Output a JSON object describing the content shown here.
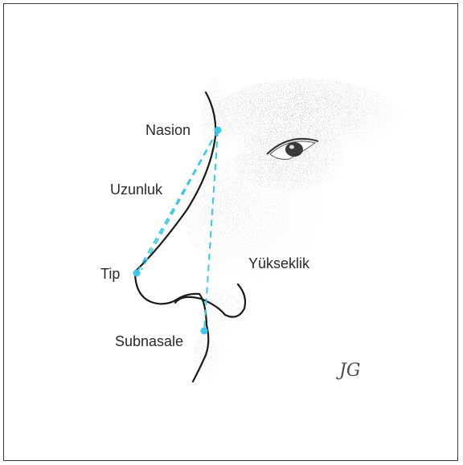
{
  "labels": {
    "nasion": "Nasion",
    "uzunluk": "Uzunluk",
    "tip": "Tip",
    "yukseklik": "Yükseklik",
    "subnasale": "Subnasale"
  },
  "signature": "JG",
  "colors": {
    "measure_line": "#3cc8e6",
    "outline": "#1a1a1a",
    "shading": "#8a8a8a",
    "text": "#2a2a2a",
    "frame": "#3a3a3a"
  }
}
